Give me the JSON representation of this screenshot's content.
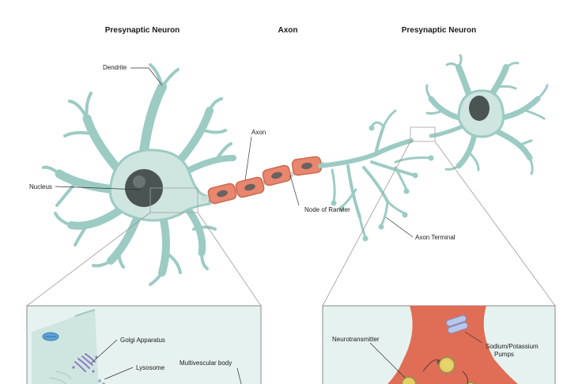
{
  "headers": {
    "left": "Presynaptic Neuron",
    "center": "Axon",
    "right": "Presynaptic Neuron"
  },
  "labels": {
    "dendrite": "Dendrite",
    "nucleus": "Nucleus",
    "axon": "Axon",
    "node_of_ranvier": "Node of Ranvier",
    "axon_terminal": "Axon Terminal",
    "golgi_apparatus": "Golgi Apparatus",
    "lysosome": "Lysosome",
    "multivesicular_body": "Multivescular body",
    "neurotransmitter": "Neurotransmitter",
    "sodium_potassium_pumps_line1": "Sodium/Potassium",
    "sodium_potassium_pumps_line2": "Pumps"
  },
  "colors": {
    "cell_body": "#cfe5e0",
    "cell_outline": "#9ccbc3",
    "nucleus": "#4a5553",
    "myelin": "#e9866d",
    "myelin_outline": "#c96a52",
    "myelin_nucleus": "#6b6161",
    "terminal": "#e06d55",
    "inset_bg": "#e6f2ef",
    "inset_border": "#8a8a8a",
    "golgi": "#8b7fc4",
    "pump": "#b8c6ea",
    "vesicle": "#e4cf5f"
  }
}
